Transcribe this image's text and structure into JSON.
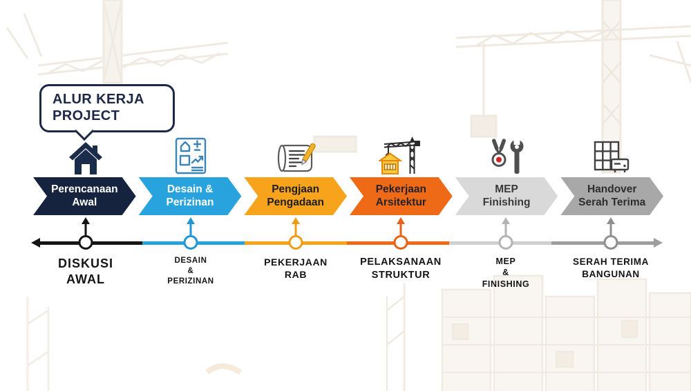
{
  "bubble": {
    "text": "ALUR KERJA\nPROJECT"
  },
  "colors": {
    "navy": "#1c2846",
    "timeline_start": "#141414",
    "timeline_end_arrow": "#8f8f8f",
    "background": "#ffffff"
  },
  "stages": [
    {
      "id": "perencanaan-awal",
      "icon": "house-icon",
      "chevron_label": "Perencanaan\nAwal",
      "chevron_color": "#16233e",
      "chevron_text_color": "#ffffff",
      "timeline_label": "DISKUSI\nAWAL",
      "line_color": "#141414",
      "marker_color": "#141414"
    },
    {
      "id": "desain-perizinan",
      "icon": "blueprint-document-icon",
      "chevron_label": "Desain &\nPerizinan",
      "chevron_color": "#29a3dd",
      "chevron_text_color": "#ffffff",
      "timeline_label": "DESAIN\n&\nPERIZINAN",
      "line_color": "#29a3dd",
      "marker_color": "#2196d4"
    },
    {
      "id": "pengjaan-pengadaan",
      "icon": "scroll-pencil-icon",
      "chevron_label": "Pengjaan\nPengadaan",
      "chevron_color": "#f7a41c",
      "chevron_text_color": "#1d1d28",
      "timeline_label": "PEKERJAAN\nRAB",
      "line_color": "#f7a41c",
      "marker_color": "#ef9c14"
    },
    {
      "id": "pekerjaan-arsitektur",
      "icon": "crane-house-icon",
      "chevron_label": "Pekerjaan\nArsitektur",
      "chevron_color": "#ef6a16",
      "chevron_text_color": "#24222c",
      "timeline_label": "PELAKSANAAN\nSTRUKTUR",
      "line_color": "#ef6a16",
      "marker_color": "#e8611a"
    },
    {
      "id": "mep-finishing",
      "icon": "tools-icon",
      "chevron_label": "MEP\nFinishing",
      "chevron_color": "#d9d9d9",
      "chevron_text_color": "#3a3a3a",
      "timeline_label": "MEP\n&\nFINISHING",
      "line_color": "#cfcfcf",
      "marker_color": "#b3b3b3"
    },
    {
      "id": "handover-serah-terima",
      "icon": "window-grid-monitor-icon",
      "chevron_label": "Handover\nSerah Terima",
      "chevron_color": "#a8a8a8",
      "chevron_text_color": "#2e2e2e",
      "timeline_label": "SERAH TERIMA\nBANGUNAN",
      "line_color": "#9e9e9e",
      "marker_color": "#8f8f8f"
    }
  ]
}
